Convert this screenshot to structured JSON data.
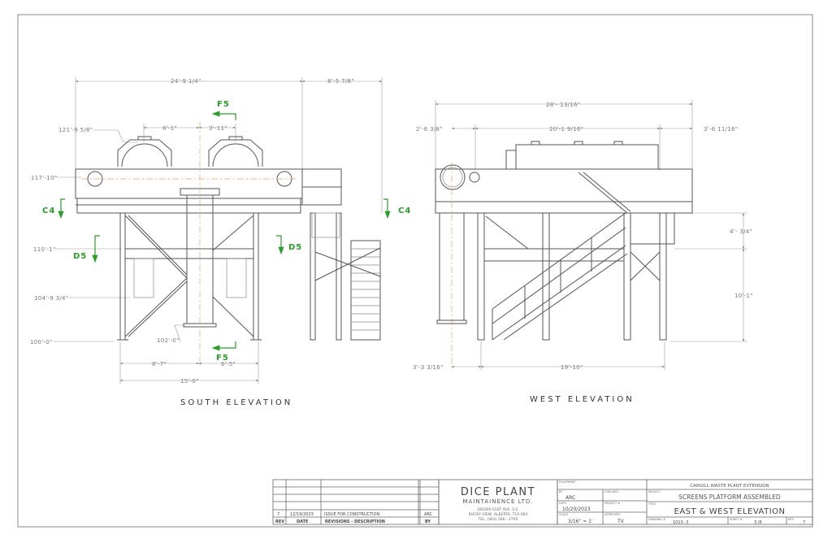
{
  "south_elevation": {
    "title": "SOUTH ELEVATION",
    "dims": {
      "overall_width": "24'-9 1/4\"",
      "stair_width": "8'-5 7/8\"",
      "screen_spacing_left": "6'-1\"",
      "screen_spacing_right": "3'-11\"",
      "top_elev": "121'-9 5/8\"",
      "platform_elev": "117'-10\"",
      "mid_elev": "110'-1\"",
      "lower_elev": "104'-9 3/4\"",
      "column_base_elev": "102'-0\"",
      "ground_elev": "100'-0\"",
      "base_left": "8'-7\"",
      "base_right": "6'-5\"",
      "base_total": "15'-0\""
    },
    "section_marks": {
      "f5_top": "F5",
      "f5_bottom": "F5",
      "c4_left": "C4",
      "c4_right": "C4",
      "d5_left": "D5",
      "d5_right": "D5"
    }
  },
  "west_elevation": {
    "title": "WEST ELEVATION",
    "dims": {
      "overall_width": "28'- 13/16\"",
      "left_offset": "2'-6 3/8\"",
      "middle": "20'-1 9/16\"",
      "right_offset": "3'-6 11/16\"",
      "upper_height": "4'- 3/4\"",
      "lower_height": "10'-1\"",
      "base_offset": "3'-3 3/16\"",
      "base_span": "19'-10\""
    }
  },
  "revisions": {
    "rows": [
      {
        "rev": "",
        "date": "",
        "desc": "",
        "by": ""
      },
      {
        "rev": "",
        "date": "",
        "desc": "",
        "by": ""
      },
      {
        "rev": "",
        "date": "",
        "desc": "",
        "by": ""
      },
      {
        "rev": "",
        "date": "",
        "desc": "",
        "by": ""
      },
      {
        "rev": "7",
        "date": "12/19/2023",
        "desc": "ISSUE FOR CONSTRUCTION",
        "by": "ARC"
      }
    ],
    "headers": {
      "rev": "REV",
      "date": "DATE",
      "desc": "REVISIONS - DESCRIPTION",
      "by": "BY"
    }
  },
  "company": {
    "name": "DICE PLANT",
    "subtitle": "MAINTAINENCE LTD.",
    "address1": "285200 61ST AVE. S.E.",
    "address2": "ROCKY VIEW, ALBERTA, T1X 0K3",
    "phone": "TEL. (403) 286 - 2795"
  },
  "title_block": {
    "equipment_label": "EQUIPMENT",
    "by_label": "BY",
    "by": "ARC",
    "checked_label": "CHECKED",
    "date_label": "DATE",
    "date": "10/20/2023",
    "project_no_label": "PROJECT #",
    "scale_label": "SCALE",
    "scale": "3/16\" = 1'",
    "approved_label": "APPROVED",
    "approved": "TV",
    "client": "CARGILL WASTE PLANT EXTENSION",
    "project_label": "PROJECT",
    "project": "SCREENS PLATFORM ASSEMBLED",
    "title_label": "TITLE",
    "title": "EAST & WEST ELEVATION",
    "drawing_label": "DRAWING #",
    "drawing": "1013- 3",
    "sheet_label": "SHEET #",
    "sheet": "3 /6",
    "rev_label": "REV",
    "rev": "7"
  }
}
